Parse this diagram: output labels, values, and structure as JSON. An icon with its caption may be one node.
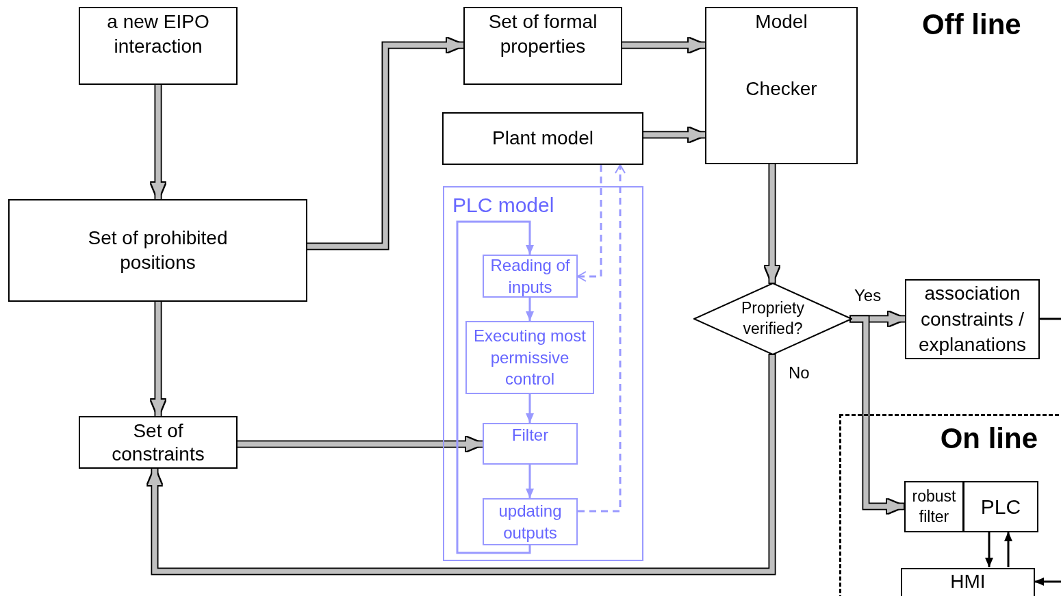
{
  "diagram": {
    "nodes": [
      {
        "text": [
          "a new EIPO interaction"
        ]
      },
      {
        "text": [
          "Set of prohibited positions"
        ]
      },
      {
        "text": [
          "Set of formal properties"
        ]
      },
      {
        "text": [
          "Model",
          "Checker"
        ]
      },
      {
        "text": [
          "Plant model"
        ]
      },
      {
        "text": [
          "PLC model"
        ]
      },
      {
        "text": [
          "Reading of inputs"
        ],
        "in": 5
      },
      {
        "text": [
          "Executing most permissive control"
        ],
        "in": 5
      },
      {
        "text": [
          "Filter"
        ],
        "in": 5
      },
      {
        "text": [
          "updating outputs"
        ],
        "in": 5
      },
      {
        "text": [
          "Set of constraints"
        ]
      },
      {
        "text": [
          "Propriety verified?"
        ]
      },
      {
        "text": [
          "association constraints / explanations"
        ]
      },
      {
        "text": [
          "On line"
        ]
      },
      {
        "text": [
          "robust filter"
        ],
        "in": 13
      },
      {
        "text": [
          "PLC"
        ],
        "in": 13
      },
      {
        "text": [
          "HMI"
        ],
        "in": 13
      }
    ],
    "edges": [
      {
        "from": 0,
        "to": 1,
        "arrow": "to",
        "style": "thick"
      },
      {
        "from": 1,
        "to": 2,
        "arrow": "to",
        "style": "thick"
      },
      {
        "from": 2,
        "to": 3,
        "arrow": "to",
        "style": "thick"
      },
      {
        "from": 4,
        "to": 3,
        "arrow": "to",
        "style": "thick"
      },
      {
        "from": 1,
        "to": 10,
        "arrow": "to",
        "style": "thick"
      },
      {
        "from": 10,
        "to": 8,
        "arrow": "to",
        "style": "thick"
      },
      {
        "from": 3,
        "to": 11,
        "arrow": "to",
        "style": "thick"
      },
      {
        "from": 11,
        "to": 12,
        "arrow": "to",
        "style": "thick",
        "label": "Yes"
      },
      {
        "from": 11,
        "to": 14,
        "arrow": "to",
        "style": "thick"
      },
      {
        "from": 11,
        "to": 10,
        "arrow": "to",
        "style": "thick",
        "label": "No"
      },
      {
        "from": 6,
        "to": 7,
        "arrow": "to",
        "color": "#9999ff"
      },
      {
        "from": 7,
        "to": 8,
        "arrow": "to",
        "color": "#9999ff"
      },
      {
        "from": 8,
        "to": 9,
        "arrow": "to",
        "color": "#9999ff"
      },
      {
        "from": 9,
        "to": 6,
        "arrow": "to",
        "color": "#9999ff"
      },
      {
        "from": 4,
        "to": 6,
        "arrow": "to",
        "style": "dashed",
        "color": "#9999ff"
      },
      {
        "from": 9,
        "to": 4,
        "arrow": "to",
        "style": "dashed",
        "color": "#9999ff"
      },
      {
        "from": 15,
        "to": 16,
        "arrow": "to",
        "color": "#000000"
      },
      {
        "from": 16,
        "to": 15,
        "arrow": "to",
        "color": "#000000"
      },
      {
        "from": 12,
        "to": null,
        "arrow": "none",
        "color": "#000000"
      },
      {
        "from": null,
        "to": 16,
        "arrow": "to",
        "color": "#000000"
      }
    ],
    "labels": [
      "Off line"
    ]
  }
}
